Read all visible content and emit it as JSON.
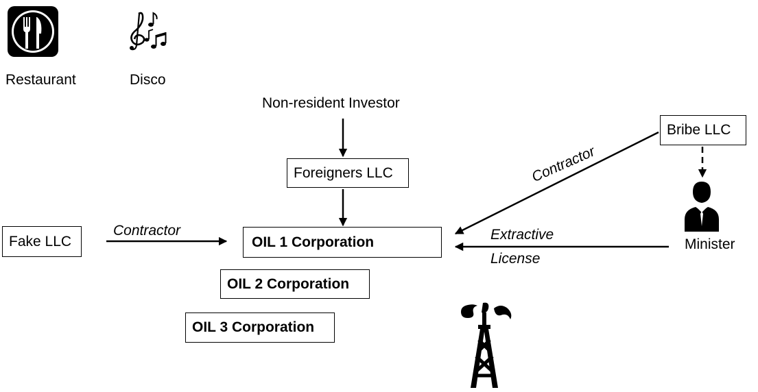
{
  "legend": {
    "restaurant_label": "Restaurant",
    "disco_label": "Disco"
  },
  "nodes": {
    "investor": "Non-resident Investor",
    "foreigners": "Foreigners LLC",
    "bribe": "Bribe LLC",
    "fake": "Fake LLC",
    "oil1": "OIL 1 Corporation",
    "oil2": "OIL 2 Corporation",
    "oil3": "OIL 3 Corporation",
    "minister": "Minister"
  },
  "edges": {
    "fake_to_oil1": "Contractor",
    "bribe_to_oil1": "Contractor",
    "minister_to_oil1_line1": "Extractive",
    "minister_to_oil1_line2": "License"
  },
  "icons": [
    "restaurant-icon",
    "disco-music-icon",
    "businessman-icon",
    "oil-derrick-icon"
  ]
}
